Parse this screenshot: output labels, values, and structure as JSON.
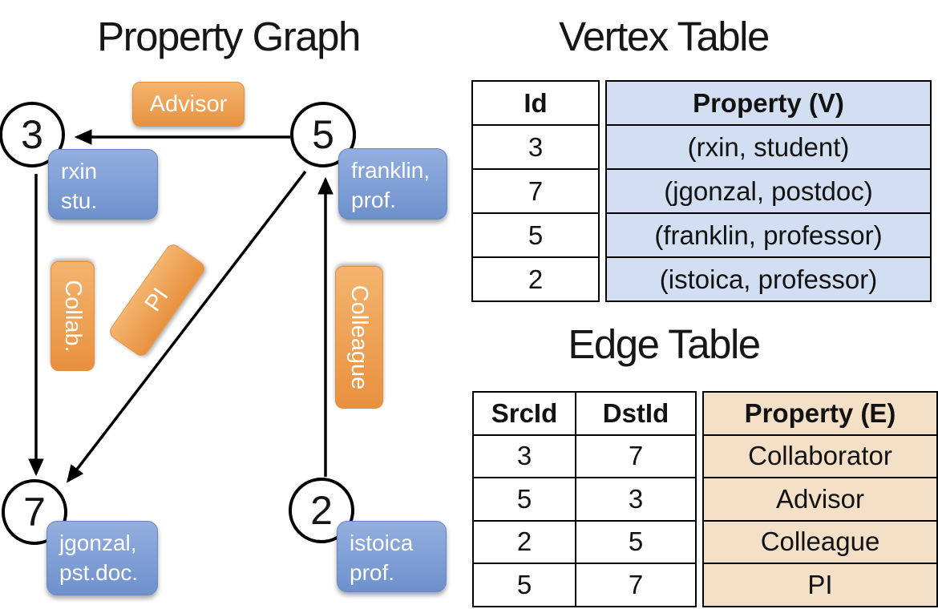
{
  "titles": {
    "graph": "Property Graph",
    "vertex": "Vertex Table",
    "edge": "Edge Table"
  },
  "colors": {
    "edge_label_orange_top": "#F4B46F",
    "edge_label_orange_bottom": "#E8913F",
    "vertex_box_blue_top": "#93AFDF",
    "vertex_box_blue_bottom": "#6E90CC",
    "vertex_table_cell_bg": "#D2DEF1",
    "edge_table_cell_bg": "#F4DFC7",
    "line_color": "#000000"
  },
  "graph": {
    "nodes": [
      {
        "id": "3",
        "property_lines": "rxin\nstu."
      },
      {
        "id": "5",
        "property_lines": "franklin,\nprof."
      },
      {
        "id": "7",
        "property_lines": "jgonzal,\npst.doc."
      },
      {
        "id": "2",
        "property_lines": "istoica\nprof."
      }
    ],
    "edges": [
      {
        "label": "Advisor",
        "src": "5",
        "dst": "3"
      },
      {
        "label": "Collab.",
        "src": "3",
        "dst": "7"
      },
      {
        "label": "PI",
        "src": "5",
        "dst": "7"
      },
      {
        "label": "Colleague",
        "src": "2",
        "dst": "5"
      }
    ]
  },
  "vertex_table": {
    "title": "Vertex Table",
    "columns": [
      "Id",
      "Property (V)"
    ],
    "rows": [
      {
        "id": "3",
        "property": "(rxin, student)"
      },
      {
        "id": "7",
        "property": "(jgonzal, postdoc)"
      },
      {
        "id": "5",
        "property": "(franklin, professor)"
      },
      {
        "id": "2",
        "property": "(istoica, professor)"
      }
    ]
  },
  "edge_table": {
    "title": "Edge Table",
    "columns": [
      "SrcId",
      "DstId",
      "Property (E)"
    ],
    "rows": [
      {
        "src": "3",
        "dst": "7",
        "property": "Collaborator"
      },
      {
        "src": "5",
        "dst": "3",
        "property": "Advisor"
      },
      {
        "src": "2",
        "dst": "5",
        "property": "Colleague"
      },
      {
        "src": "5",
        "dst": "7",
        "property": "PI"
      }
    ]
  }
}
